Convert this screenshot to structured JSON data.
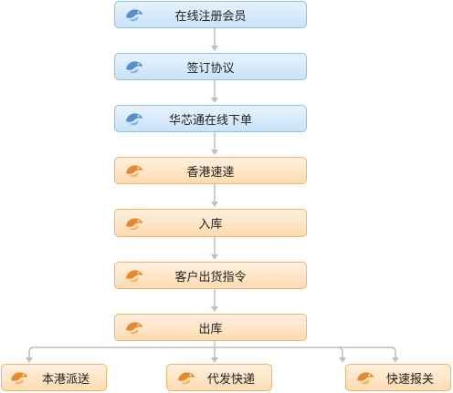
{
  "colors": {
    "blue_icon": "#5b8fc9",
    "orange_icon": "#e58a2e",
    "connector": "#bfbfbf"
  },
  "steps": [
    {
      "label": "在线注册会员",
      "style": "blue",
      "icon": "blue-bird-icon"
    },
    {
      "label": "签订协议",
      "style": "blue",
      "icon": "blue-bird-icon"
    },
    {
      "label": "华芯通在线下单",
      "style": "blue",
      "icon": "blue-bird-icon"
    },
    {
      "label": "香港速達",
      "style": "orange",
      "icon": "orange-bird-icon"
    },
    {
      "label": "入库",
      "style": "orange",
      "icon": "orange-bird-icon"
    },
    {
      "label": "客户出货指令",
      "style": "orange",
      "icon": "orange-bird-icon"
    },
    {
      "label": "出库",
      "style": "orange",
      "icon": "orange-bird-icon"
    }
  ],
  "branches": [
    {
      "label": "本港派送",
      "style": "orange",
      "icon": "orange-bird-icon"
    },
    {
      "label": "代发快递",
      "style": "orange",
      "icon": "orange-bird-icon"
    },
    {
      "label": "快速报关",
      "style": "orange",
      "icon": "orange-bird-icon"
    }
  ]
}
